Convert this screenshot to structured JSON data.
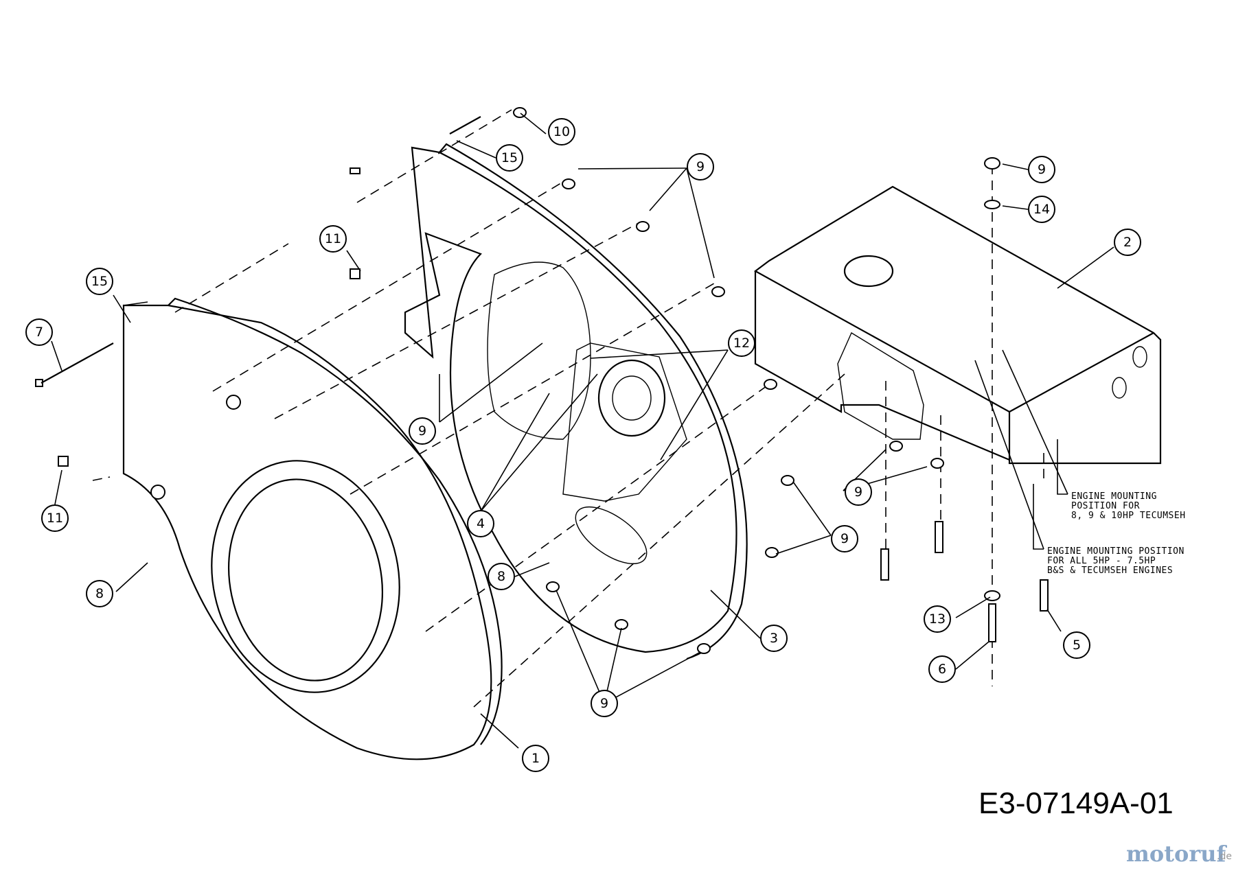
{
  "callouts": [
    {
      "label": "10"
    },
    {
      "label": "15"
    },
    {
      "label": "9"
    },
    {
      "label": "9"
    },
    {
      "label": "14"
    },
    {
      "label": "2"
    },
    {
      "label": "11"
    },
    {
      "label": "15"
    },
    {
      "label": "7"
    },
    {
      "label": "12"
    },
    {
      "label": "9"
    },
    {
      "label": "11"
    },
    {
      "label": "4"
    },
    {
      "label": "9"
    },
    {
      "label": "9"
    },
    {
      "label": "8"
    },
    {
      "label": "8"
    },
    {
      "label": "3"
    },
    {
      "label": "13"
    },
    {
      "label": "5"
    },
    {
      "label": "6"
    },
    {
      "label": "9"
    },
    {
      "label": "1"
    }
  ],
  "notes": {
    "note_a": [
      "ENGINE MOUNTING",
      "POSITION FOR",
      "8, 9 & 10HP TECUMSEH"
    ],
    "note_b": [
      "ENGINE MOUNTING POSITION",
      "FOR ALL 5HP - 7.5HP",
      "B&S & TECUMSEH ENGINES"
    ]
  },
  "drawing_ref": "E3-07149A-01",
  "watermark": {
    "brand": "motoruf",
    "tld": ".de"
  }
}
